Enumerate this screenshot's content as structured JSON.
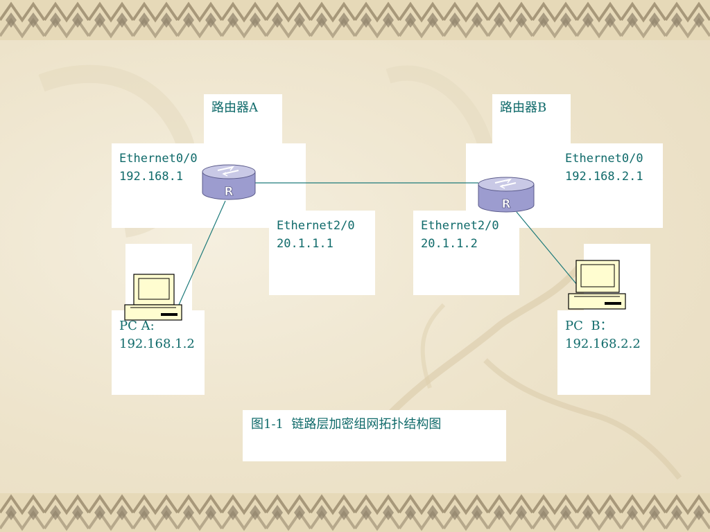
{
  "router_a": {
    "title": "路由器A",
    "eth0_name": "Ethernet0/0",
    "eth0_ip": "192.168.1",
    "eth2_name": "Ethernet2/0",
    "eth2_ip": "20.1.1.1"
  },
  "router_b": {
    "title": "路由器B",
    "eth0_name": "Ethernet0/0",
    "eth0_ip": "192.168.2.1",
    "eth2_name": "Ethernet2/0",
    "eth2_ip": "20.1.1.2"
  },
  "pc_a": {
    "name": "PC A:",
    "ip": "192.168.1.2"
  },
  "pc_b": {
    "name": "PC  B：",
    "ip": "192.168.2.2"
  },
  "router_icon_letter": "R",
  "caption": "图1-1  链路层加密组网拓扑结构图",
  "colors": {
    "text": "#0f6a6a",
    "link": "#1d7a7a",
    "router_body": "#9c9ccf",
    "router_top": "#c9c9e6",
    "pc_fill": "#fffdd0"
  }
}
